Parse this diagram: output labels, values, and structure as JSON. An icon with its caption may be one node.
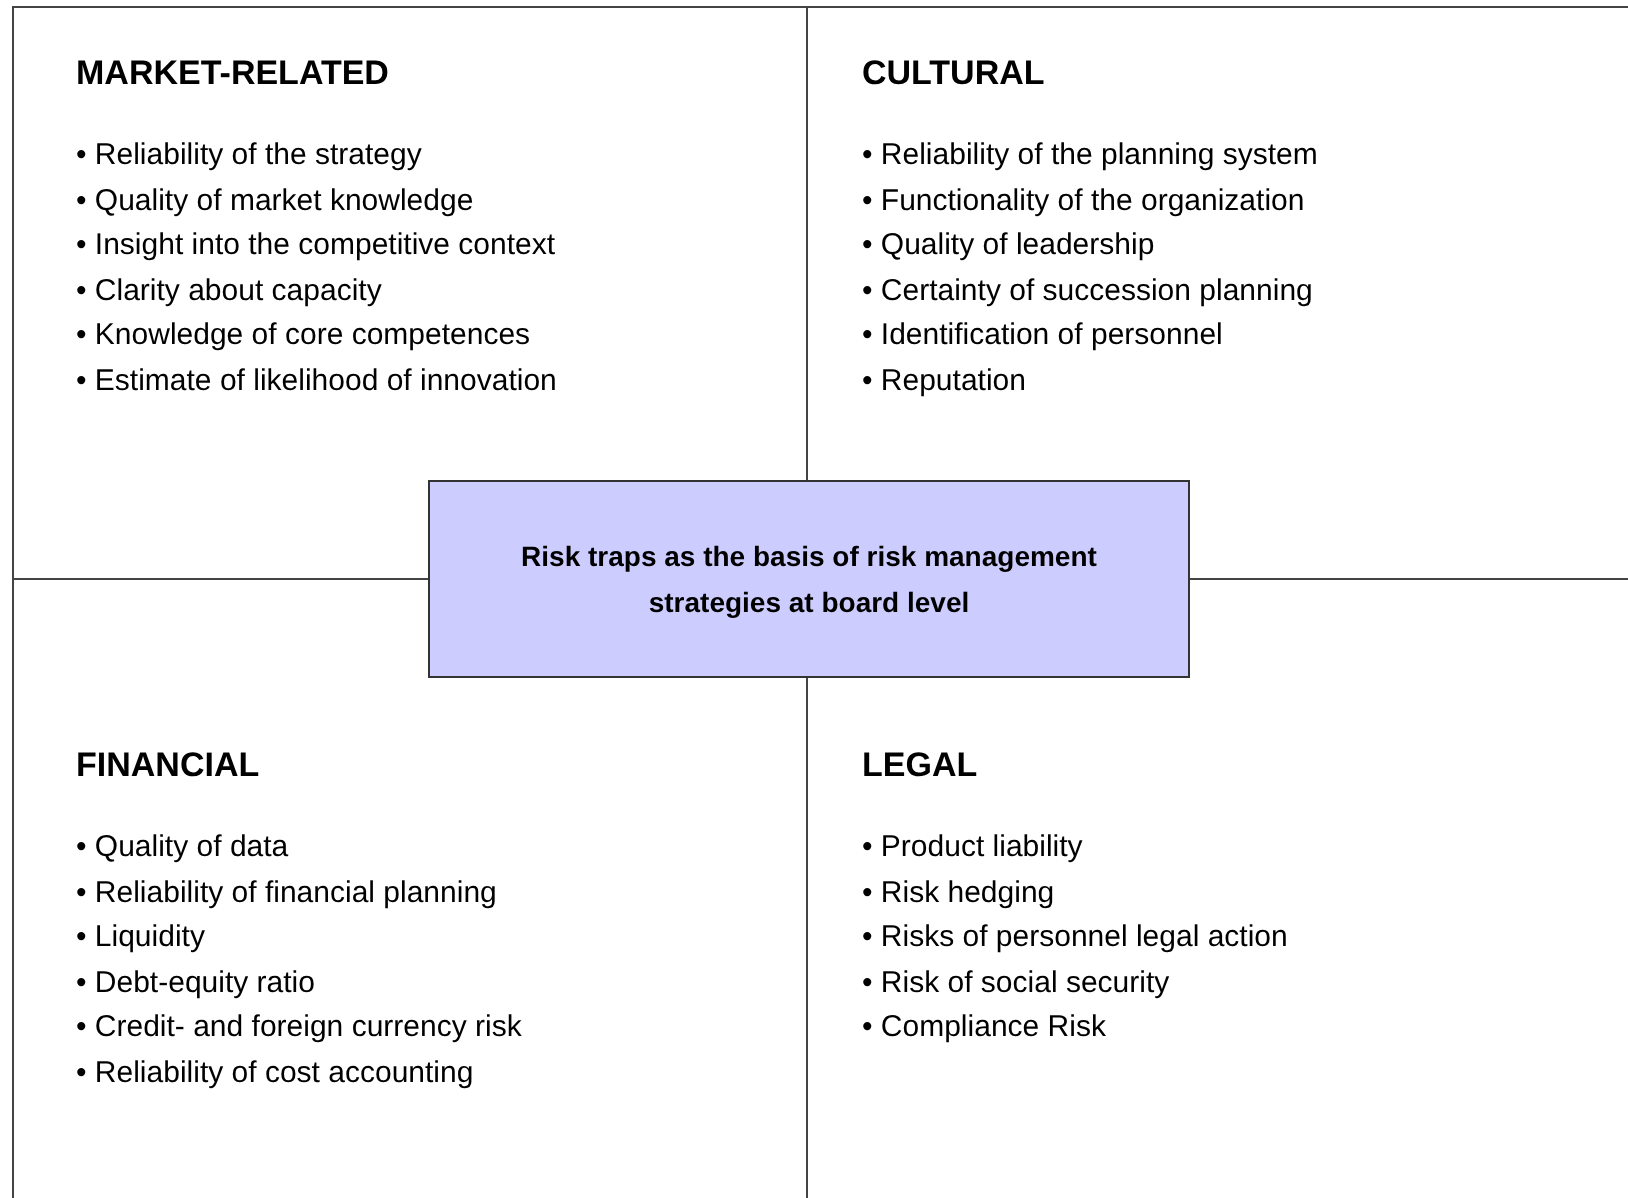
{
  "diagram": {
    "nodes": [
      {
        "text": [
          "MARKET-RELATED",
          "• Reliability of the strategy",
          "• Quality of market knowledge",
          "• Insight into the competitive context",
          "• Clarity about capacity",
          "• Knowledge of core competences",
          "• Estimate of likelihood of innovation"
        ]
      },
      {
        "text": [
          "CULTURAL",
          "• Reliability of the planning system",
          "• Functionality of the organization",
          "• Quality of leadership",
          "• Certainty of succession planning",
          "• Identification of personnel",
          "• Reputation"
        ]
      },
      {
        "text": [
          "Risk traps as the basis of risk management strategies at board level"
        ]
      },
      {
        "text": [
          "FINANCIAL",
          "• Quality of data",
          "• Reliability of financial planning",
          "• Liquidity",
          "• Debt-equity ratio",
          "• Credit- and foreign currency risk",
          "• Reliability of cost accounting"
        ]
      },
      {
        "text": [
          "LEGAL",
          "• Product liability",
          "• Risk hedging",
          "• Risks of personnel legal action",
          "• Risk of social security",
          "• Compliance Risk"
        ]
      }
    ]
  }
}
